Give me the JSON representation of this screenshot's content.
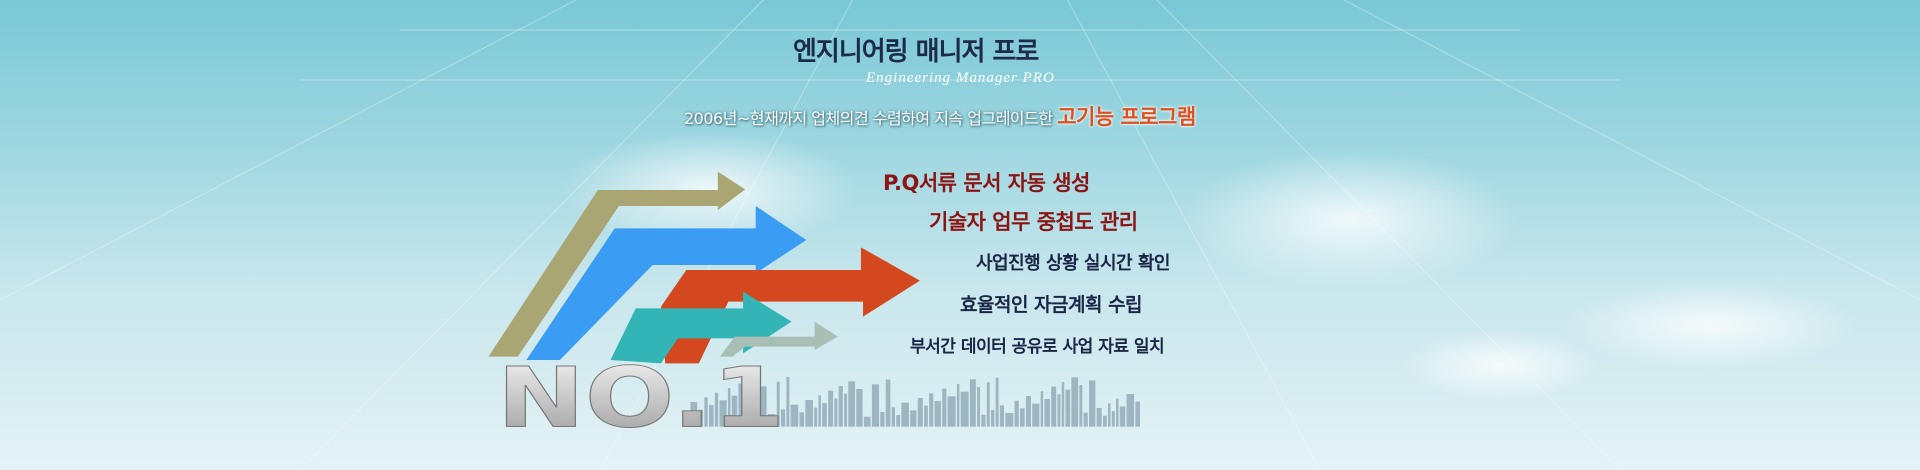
{
  "header": {
    "title": "엔지니어링 매니저 프로",
    "subtitle": "Engineering Manager PRO",
    "tagline": "2006년~현재까지 업체의견 수렴하여 지속 업그레이드한",
    "tagline_highlight": "고기능 프로그램"
  },
  "features": [
    "P.Q서류 문서 자동 생성",
    "기술자 업무 중첩도 관리",
    "사업진행 상황 실시간 확인",
    "효율적인 자금계획 수립",
    "부서간 데이터 공유로 사업 자료 일치"
  ],
  "graphic": {
    "badge": "NO.1"
  },
  "colors": {
    "title": "#1d2a4a",
    "feature_red": "#8b1414",
    "feature_navy": "#1b2647",
    "highlight": "#e0501e",
    "arrows": [
      "#a9a673",
      "#3a9cf2",
      "#d4481f",
      "#33b5b5",
      "#a9bfb6"
    ]
  }
}
